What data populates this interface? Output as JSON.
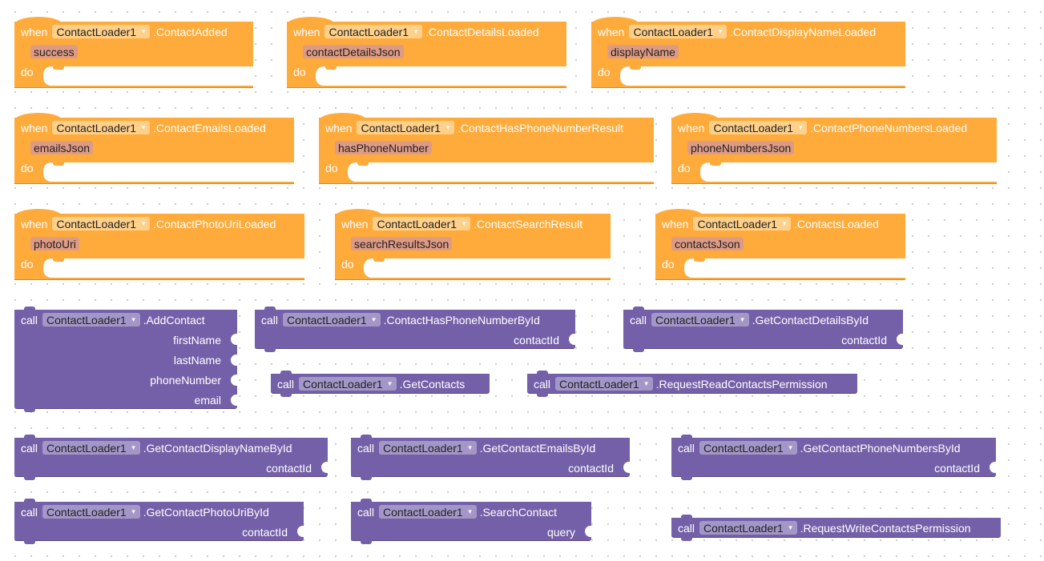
{
  "keywords": {
    "when": "when",
    "do": "do",
    "call": "call"
  },
  "component": "ContactLoader1",
  "events": [
    {
      "event": ".ContactAdded",
      "param": "success"
    },
    {
      "event": ".ContactDetailsLoaded",
      "param": "contactDetailsJson"
    },
    {
      "event": ".ContactDisplayNameLoaded",
      "param": "displayName"
    },
    {
      "event": ".ContactEmailsLoaded",
      "param": "emailsJson"
    },
    {
      "event": ".ContactHasPhoneNumberResult",
      "param": "hasPhoneNumber"
    },
    {
      "event": ".ContactPhoneNumbersLoaded",
      "param": "phoneNumbersJson"
    },
    {
      "event": ".ContactPhotoUriLoaded",
      "param": "photoUri"
    },
    {
      "event": ".ContactSearchResult",
      "param": "searchResultsJson"
    },
    {
      "event": ".ContactsLoaded",
      "param": "contactsJson"
    }
  ],
  "methods": [
    {
      "method": ".AddContact",
      "args": [
        "firstName",
        "lastName",
        "phoneNumber",
        "email"
      ]
    },
    {
      "method": ".ContactHasPhoneNumberById",
      "args": [
        "contactId"
      ]
    },
    {
      "method": ".GetContactDetailsById",
      "args": [
        "contactId"
      ]
    },
    {
      "method": ".GetContacts",
      "args": []
    },
    {
      "method": ".RequestReadContactsPermission",
      "args": []
    },
    {
      "method": ".GetContactDisplayNameById",
      "args": [
        "contactId"
      ]
    },
    {
      "method": ".GetContactEmailsById",
      "args": [
        "contactId"
      ]
    },
    {
      "method": ".GetContactPhoneNumbersById",
      "args": [
        "contactId"
      ]
    },
    {
      "method": ".GetContactPhotoUriById",
      "args": [
        "contactId"
      ]
    },
    {
      "method": ".SearchContact",
      "args": [
        "query"
      ]
    },
    {
      "method": ".RequestWriteContactsPermission",
      "args": []
    }
  ],
  "colors": {
    "event_block": "#ffab3b",
    "procedure_block": "#7460a8",
    "parameter": "#de9b84"
  },
  "icons": {
    "dropdown": "dropdown-arrow-icon"
  }
}
